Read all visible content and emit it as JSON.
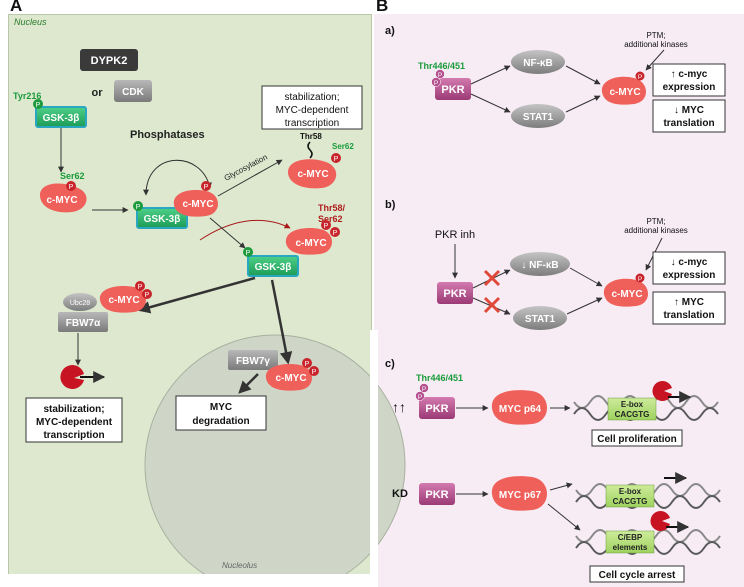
{
  "panel_a": {
    "letter": "A",
    "nucleus_label": "Nucleus",
    "nucleolus_label": "Nucleolus",
    "dypk2": "DYPK2",
    "or_text": "or",
    "cdk": "CDK",
    "tyr216": "Tyr216",
    "gsk3b": "GSK-3β",
    "ser62": "Ser62",
    "cmyc": "c-MYC",
    "phosphatases": "Phosphatases",
    "glycosylation": "Glycosylation",
    "thr58": "Thr58",
    "thr58_ser62_a": "Thr58/",
    "thr58_ser62_b": "Ser62",
    "stab_top_1": "stabilization;",
    "stab_top_2": "MYC-dependent",
    "stab_top_3": "transcription",
    "ubc28": "Ubc28",
    "fbw7a": "FBW7α",
    "fbw7g": "FBW7γ",
    "stab_bot_1": "stabilization;",
    "stab_bot_2": "MYC-dependent",
    "stab_bot_3": "transcription",
    "degr_1": "MYC",
    "degr_2": "degradation",
    "p": "P"
  },
  "panel_b": {
    "letter": "B",
    "a_label": "a)",
    "b_label": "b)",
    "c_label": "c)",
    "thr446": "Thr446/451",
    "pkr": "PKR",
    "nfkb": "NF-κB",
    "stat1": "STAT1",
    "cmyc": "c-MYC",
    "ptm_1": "PTM;",
    "ptm_2": "additional kinases",
    "a_box1_1": "↑ c-myc",
    "a_box1_2": "expression",
    "a_box2_1": "↓ MYC",
    "a_box2_2": "translation",
    "pkr_inh": "PKR inh",
    "down_nfkb": "↓ NF-κB",
    "b_box1_1": "↓ c-myc",
    "b_box1_2": "expression",
    "b_box2_1": "↑ MYC",
    "b_box2_2": "translation",
    "up_arrows": "↑↑",
    "myc_p64": "MYC p64",
    "myc_p67": "MYC p67",
    "ebox_1": "E-box",
    "ebox_2": "CACGTG",
    "cebp_1": "C/EBP",
    "cebp_2": "elements",
    "cell_prolif": "Cell proliferation",
    "kd": "KD",
    "cell_arrest": "Cell cycle arrest",
    "p": "P"
  },
  "colors": {
    "nucleus_bg": "#dde8cf",
    "panel_b_bg": "#f7ecf4",
    "myc_red": "#f0605a",
    "gsk_green": "#2db36b",
    "pkr_magenta": "#b5508f",
    "phospho_red": "#c8242b",
    "phospho_green": "#1c9a3c",
    "text_green": "#1a9b3a",
    "text_darkred": "#b01c1c"
  }
}
